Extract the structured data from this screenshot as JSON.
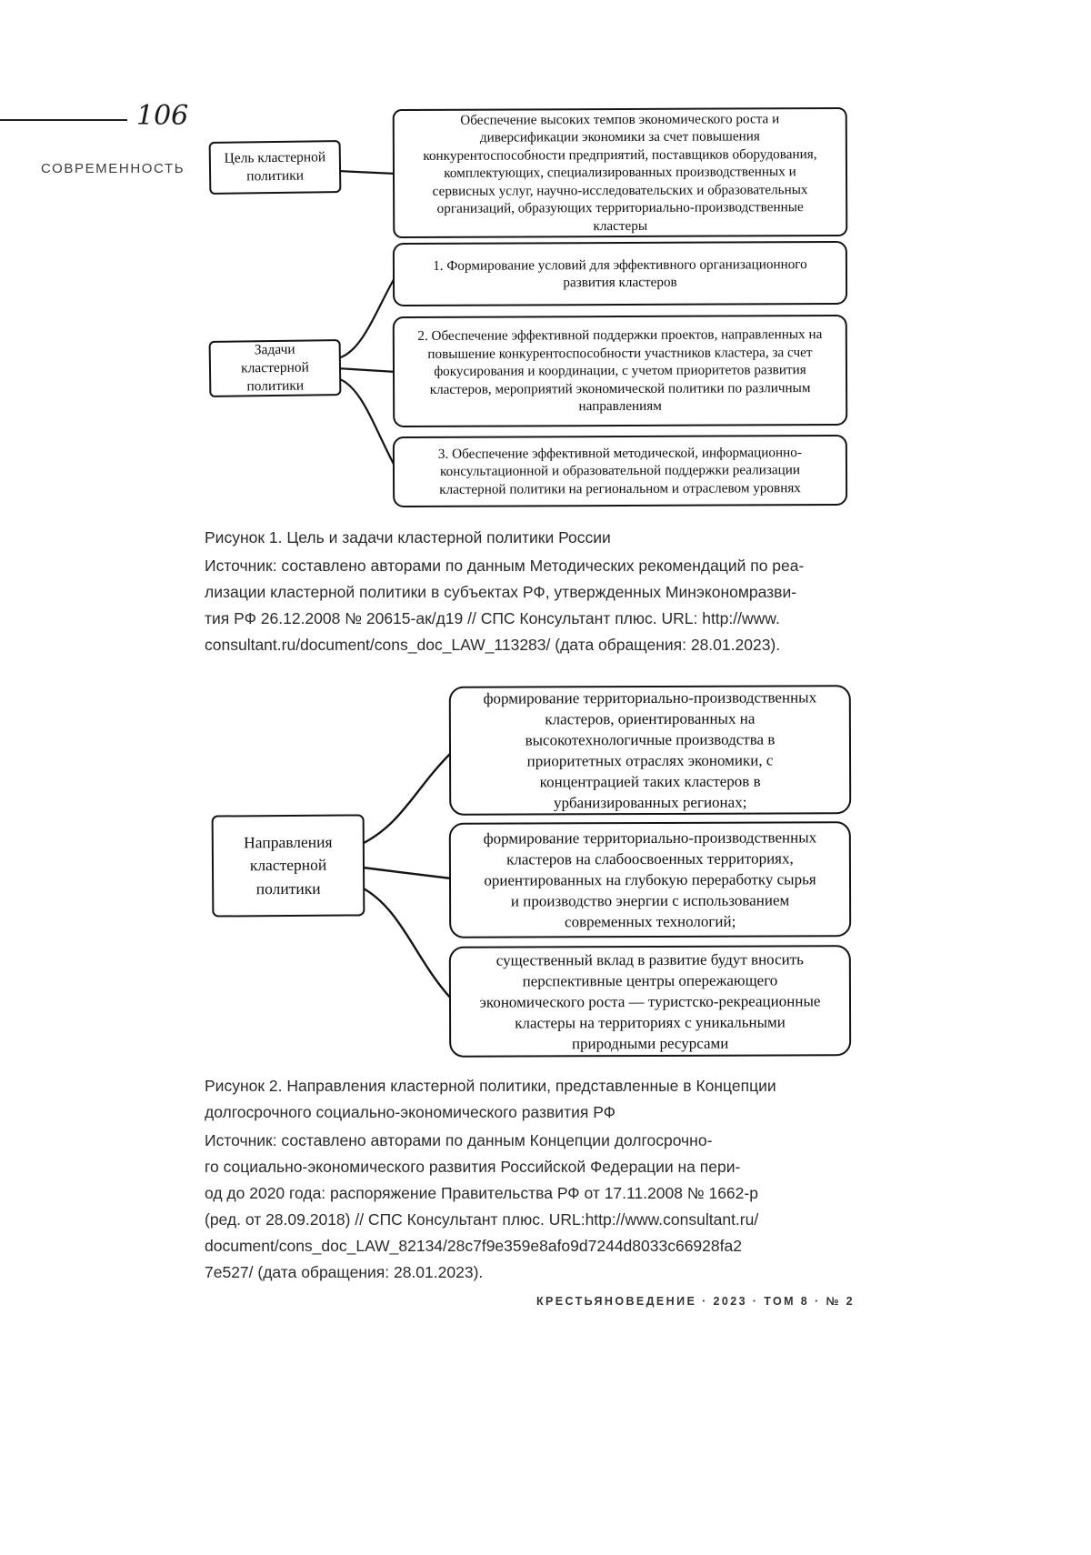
{
  "page": {
    "number": "106",
    "section_label": "СОВРЕМЕННОСТЬ",
    "footer": "КРЕСТЬЯНОВЕДЕНИЕ · 2023 · ТОМ 8 · № 2"
  },
  "figure1": {
    "goal_label": "Цель кластерной\nполитики",
    "goal_text": "Обеспечение высоких темпов экономического роста и\nдиверсификации экономики за счет повышения\nконкурентоспособности предприятий, поставщиков оборудования,\nкомплектующих, специализированных производственных и\nсервисных услуг, научно-исследовательских и образовательных\nорганизаций, образующих территориально-производственные\nкластеры",
    "tasks_label": "Задачи кластерной\nполитики",
    "tasks": [
      "1. Формирование условий для эффективного организационного\nразвития кластеров",
      "2. Обеспечение эффективной поддержки проектов, направленных на\nповышение конкурентоспособности участников кластера, за счет\nфокусирования и координации, с учетом приоритетов развития\nкластеров, мероприятий экономической политики по различным\nнаправлениям",
      "3. Обеспечение эффективной методической, информационно-\nконсультационной и образовательной поддержки реализации\nкластерной политики на региональном и отраслевом уровнях"
    ],
    "caption": "Рисунок 1. Цель и задачи кластерной политики России",
    "source": "Источник: составлено авторами по данным Методических рекомендаций по реа-\nлизации кластерной политики в субъектах РФ, утвержденных Минэкономразви-\nтия РФ 26.12.2008 № 20615-ак/д19 // СПС Консультант плюс. URL: http://www.\nconsultant.ru/document/cons_doc_LAW_113283/ (дата обращения: 28.01.2023)."
  },
  "figure2": {
    "label": "Направления\nкластерной\nполитики",
    "items": [
      "формирование территориально-производственных\nкластеров, ориентированных на\nвысокотехнологичные производства в\nприоритетных отраслях экономики, с\nконцентрацией таких кластеров в\nурбанизированных регионах;",
      "формирование территориально-производственных\nкластеров на слабоосвоенных территориях,\nориентированных на глубокую переработку сырья\nи производство энергии с использованием\nсовременных технологий;",
      "существенный вклад в развитие будут вносить\nперспективные центры опережающего\nэкономического роста — туристско-рекреационные\nкластеры на территориях с уникальными\nприродными ресурсами"
    ],
    "caption": "Рисунок 2. Направления кластерной политики, представленные в Концепции\nдолгосрочного социально-экономического развития РФ",
    "source": "Источник: составлено авторами по данным Концепции долгосрочно-\nго социально-экономического развития Российской Федерации на пери-\nод до 2020 года: распоряжение Правительства РФ от 17.11.2008 № 1662-р\n(ред. от 28.09.2018) // СПС Консультант плюс. URL:http://www.consultant.ru/\ndocument/cons_doc_LAW_82134/28c7f9e359e8afo9d7244d8033c66928fa2\n7e527/ (дата обращения: 28.01.2023)."
  }
}
